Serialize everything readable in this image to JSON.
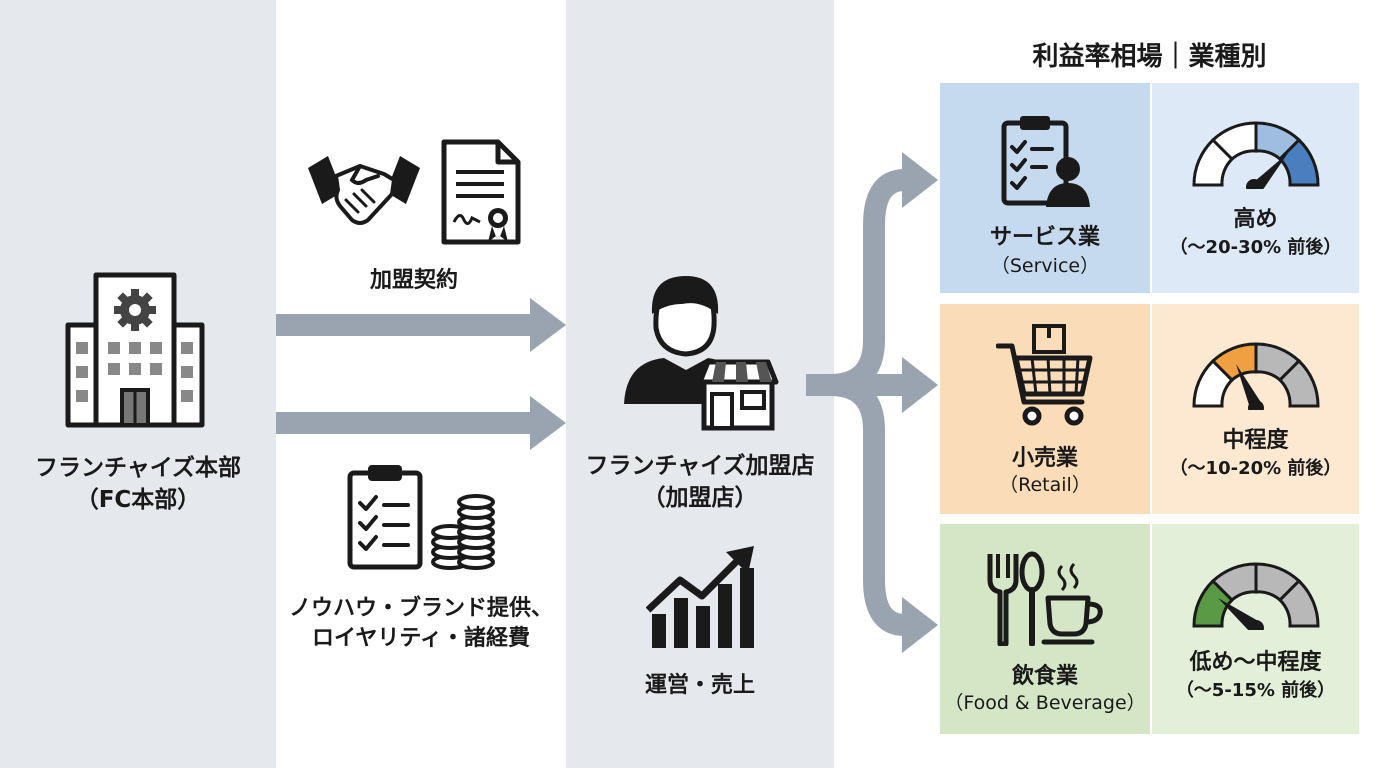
{
  "hq": {
    "name": "フランチャイズ本部",
    "abbr": "（FC本部）"
  },
  "contract": {
    "label": "加盟契約"
  },
  "support": {
    "line1": "ノウハウ・ブランド提供、",
    "line2": "ロイヤリティ・諸経費"
  },
  "franchisee": {
    "name": "フランチャイズ加盟店",
    "abbr": "（加盟店）"
  },
  "operations": {
    "label": "運営・売上"
  },
  "margins": {
    "title": "利益率相場｜業種別",
    "categories": [
      {
        "name": "サービス業",
        "en": "（Service）",
        "level": "高め",
        "range": "（〜20-30% 前後）",
        "accent": "#4a7fbf"
      },
      {
        "name": "小売業",
        "en": "（Retail）",
        "level": "中程度",
        "range": "（〜10-20% 前後）",
        "accent": "#f0a040"
      },
      {
        "name": "飲食業",
        "en": "（Food & Beverage）",
        "level": "低め〜中程度",
        "range": "（〜5-15% 前後）",
        "accent": "#5a9a45"
      }
    ]
  },
  "colors": {
    "band": "#e5e8ec",
    "arrow": "#9aa3b0",
    "icon": "#1a1a1a"
  }
}
